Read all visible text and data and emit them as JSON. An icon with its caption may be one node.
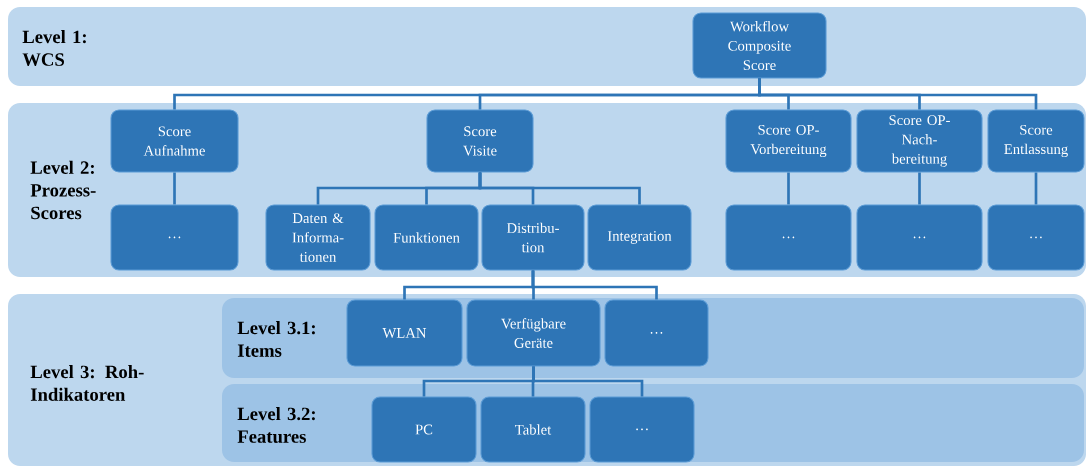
{
  "diagram": {
    "nodes": [
      {
        "text": [
          "Level 1: WCS"
        ]
      },
      {
        "text": [
          "Level 2: Prozess- Scores"
        ]
      },
      {
        "text": [
          "Level 3: Roh- Indikatoren"
        ]
      },
      {
        "text": [
          "Level 3.1: Items"
        ],
        "in": 2
      },
      {
        "text": [
          "Level 3.2: Features"
        ],
        "in": 2
      },
      {
        "text": [
          "Workflow Composite Score"
        ],
        "in": 0
      },
      {
        "text": [
          "Score Aufnahme"
        ],
        "in": 1
      },
      {
        "text": [
          "Score Visite"
        ],
        "in": 1
      },
      {
        "text": [
          "Score OP- Vorbereitung"
        ],
        "in": 1
      },
      {
        "text": [
          "Score OP- Nach- bereitung"
        ],
        "in": 1
      },
      {
        "text": [
          "Score Entlassung"
        ],
        "in": 1
      },
      {
        "text": [
          "…"
        ],
        "in": 1
      },
      {
        "text": [
          "Daten & Informa- tionen"
        ],
        "in": 1
      },
      {
        "text": [
          "Funktionen"
        ],
        "in": 1
      },
      {
        "text": [
          "Distribu- tion"
        ],
        "in": 1
      },
      {
        "text": [
          "Integration"
        ],
        "in": 1
      },
      {
        "text": [
          "…"
        ],
        "in": 1
      },
      {
        "text": [
          "…"
        ],
        "in": 1
      },
      {
        "text": [
          "…"
        ],
        "in": 1
      },
      {
        "text": [
          "WLAN"
        ],
        "in": 3
      },
      {
        "text": [
          "Verfügbare Geräte"
        ],
        "in": 3
      },
      {
        "text": [
          "…"
        ],
        "in": 3
      },
      {
        "text": [
          "PC"
        ],
        "in": 4
      },
      {
        "text": [
          "Tablet"
        ],
        "in": 4
      },
      {
        "text": [
          "…"
        ],
        "in": 4
      }
    ],
    "edges": [
      {
        "from": 5,
        "to": 6,
        "arrow": "none"
      },
      {
        "from": 5,
        "to": 7,
        "arrow": "none"
      },
      {
        "from": 5,
        "to": 8,
        "arrow": "none"
      },
      {
        "from": 5,
        "to": 9,
        "arrow": "none"
      },
      {
        "from": 5,
        "to": 10,
        "arrow": "none"
      },
      {
        "from": 6,
        "to": 11,
        "arrow": "none"
      },
      {
        "from": 7,
        "to": 12,
        "arrow": "none"
      },
      {
        "from": 7,
        "to": 13,
        "arrow": "none"
      },
      {
        "from": 7,
        "to": 14,
        "arrow": "none"
      },
      {
        "from": 7,
        "to": 15,
        "arrow": "none"
      },
      {
        "from": 8,
        "to": 16,
        "arrow": "none"
      },
      {
        "from": 9,
        "to": 17,
        "arrow": "none"
      },
      {
        "from": 10,
        "to": 18,
        "arrow": "none"
      },
      {
        "from": 14,
        "to": 19,
        "arrow": "none"
      },
      {
        "from": 14,
        "to": 20,
        "arrow": "none"
      },
      {
        "from": 14,
        "to": 21,
        "arrow": "none"
      },
      {
        "from": 20,
        "to": 22,
        "arrow": "none"
      },
      {
        "from": 20,
        "to": 23,
        "arrow": "none"
      },
      {
        "from": 20,
        "to": 24,
        "arrow": "none"
      }
    ]
  }
}
